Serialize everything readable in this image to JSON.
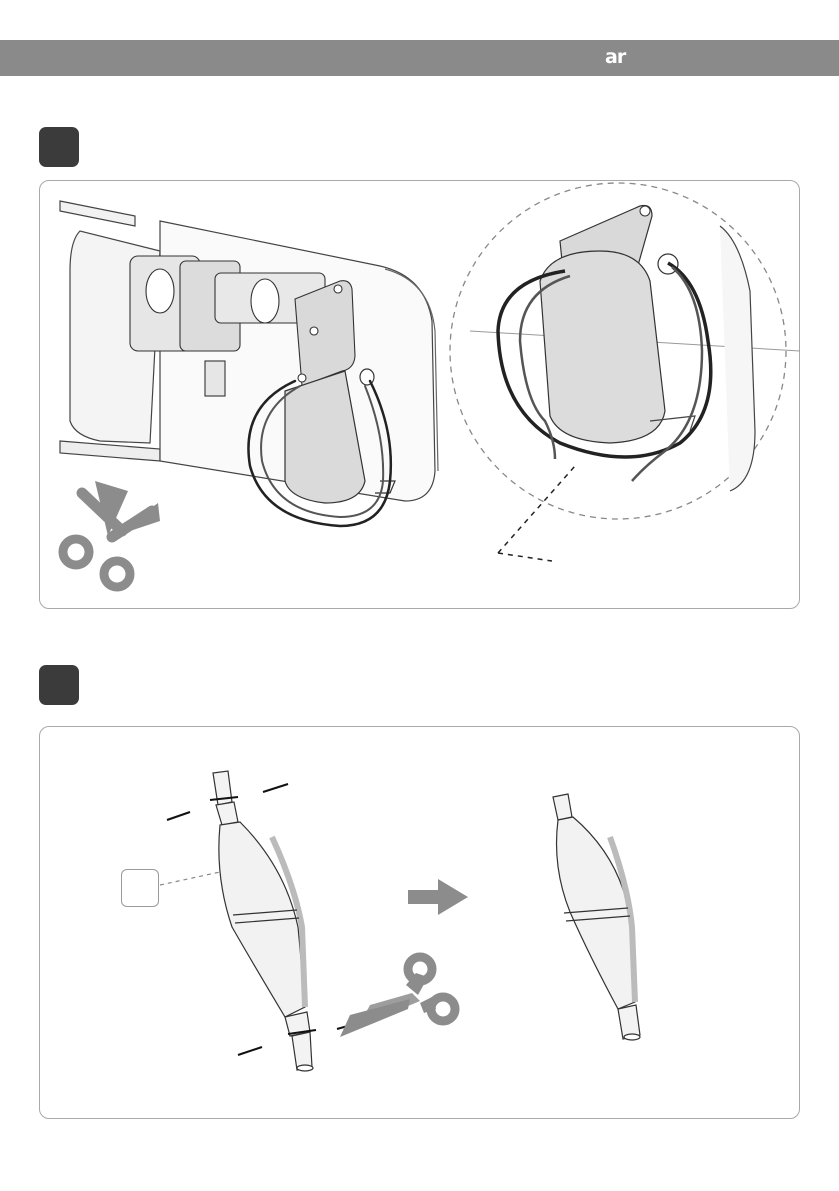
{
  "header": {
    "language_code": "ar",
    "band_color": "#8a8a8a"
  },
  "steps": [
    {
      "step_id": "step-1",
      "badge_color": "#3b3b3b"
    },
    {
      "step_id": "step-2",
      "badge_color": "#3b3b3b"
    }
  ],
  "icons": {
    "panel1": [
      "scissors-icon",
      "detail-magnifier-circle"
    ],
    "panel2": [
      "scissors-icon",
      "arrow-right-icon",
      "callout-box"
    ]
  },
  "colors": {
    "line_art": "#333333",
    "shade": "#d9d9d9",
    "icon_gray": "#8c8c8c",
    "panel_border": "#a9a9a9"
  }
}
